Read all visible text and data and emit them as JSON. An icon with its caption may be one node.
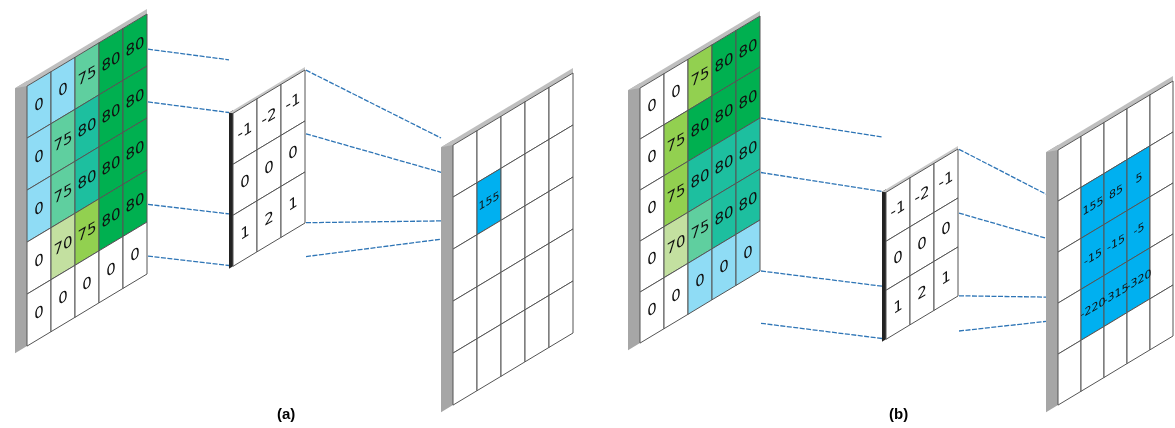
{
  "diagram": {
    "nodes": [
      {
        "text": [
          "0",
          "0",
          "75",
          "80",
          "80",
          "0",
          "75",
          "80",
          "80",
          "80",
          "0",
          "75",
          "80",
          "80",
          "80",
          "0",
          "70",
          "75",
          "80",
          "80",
          "0",
          "0",
          "0",
          "0",
          "0"
        ]
      },
      {
        "text": [
          "-1",
          "-2",
          "-1",
          "0",
          "0",
          "0",
          "1",
          "2",
          "1"
        ]
      },
      {
        "text": [
          "155"
        ]
      },
      {
        "text": [
          "0",
          "0",
          "75",
          "80",
          "80",
          "0",
          "75",
          "80",
          "80",
          "80",
          "0",
          "75",
          "80",
          "80",
          "80",
          "0",
          "70",
          "75",
          "80",
          "80",
          "0",
          "0",
          "0",
          "0",
          "0"
        ]
      },
      {
        "text": [
          "-1",
          "-2",
          "-1",
          "0",
          "0",
          "0",
          "1",
          "2",
          "1"
        ]
      },
      {
        "text": [
          "155",
          "85",
          "5",
          "-15",
          "-15",
          "-5",
          "-220",
          "-315",
          "-320"
        ]
      }
    ],
    "edges": [
      {
        "from": 0,
        "to": 1,
        "arrow": "none",
        "style": "dashed"
      },
      {
        "from": 0,
        "to": 1,
        "arrow": "none",
        "style": "dashed"
      },
      {
        "from": 0,
        "to": 1,
        "arrow": "none",
        "style": "dashed"
      },
      {
        "from": 0,
        "to": 1,
        "arrow": "none",
        "style": "dashed"
      },
      {
        "from": 1,
        "to": 2,
        "arrow": "none",
        "style": "dashed"
      },
      {
        "from": 1,
        "to": 2,
        "arrow": "none",
        "style": "dashed"
      },
      {
        "from": 1,
        "to": 2,
        "arrow": "none",
        "style": "dashed"
      },
      {
        "from": 1,
        "to": 2,
        "arrow": "none",
        "style": "dashed"
      },
      {
        "from": 3,
        "to": 4,
        "arrow": "none",
        "style": "dashed"
      },
      {
        "from": 3,
        "to": 4,
        "arrow": "none",
        "style": "dashed"
      },
      {
        "from": 3,
        "to": 4,
        "arrow": "none",
        "style": "dashed"
      },
      {
        "from": 3,
        "to": 4,
        "arrow": "none",
        "style": "dashed"
      },
      {
        "from": 4,
        "to": 5,
        "arrow": "none",
        "style": "dashed"
      },
      {
        "from": 4,
        "to": 5,
        "arrow": "none",
        "style": "dashed"
      },
      {
        "from": 4,
        "to": 5,
        "arrow": "none",
        "style": "dashed"
      },
      {
        "from": 4,
        "to": 5,
        "arrow": "none",
        "style": "dashed"
      }
    ],
    "labels": [
      "(a)",
      "(b)"
    ]
  }
}
